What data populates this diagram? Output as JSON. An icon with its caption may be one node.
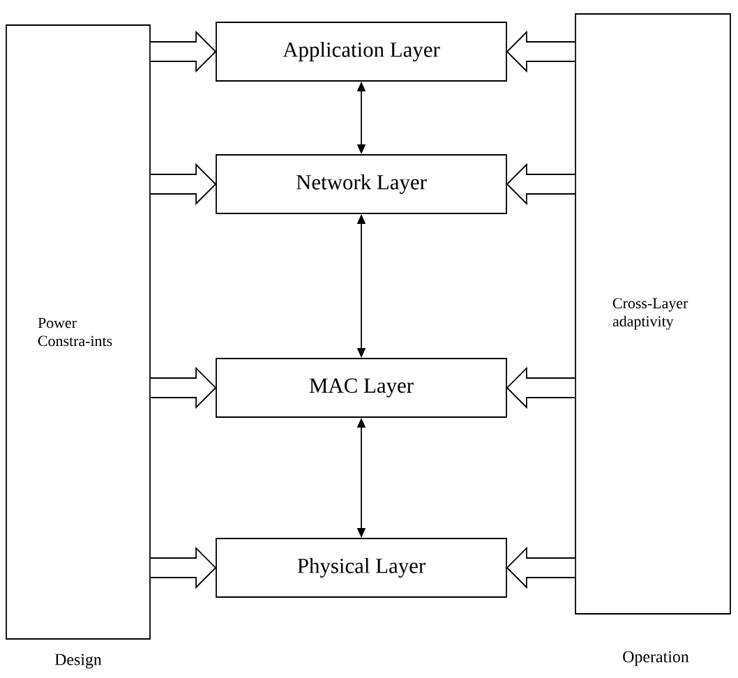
{
  "diagram": {
    "nodes": [
      {
        "text": [
          "Power Constra-ints"
        ],
        "beside": [
          "Design"
        ]
      },
      {
        "text": [
          "Cross-Layer adaptivity"
        ],
        "beside": [
          "Operation"
        ]
      },
      {
        "text": [
          "Application Layer"
        ]
      },
      {
        "text": [
          "Network Layer"
        ]
      },
      {
        "text": [
          "MAC Layer"
        ]
      },
      {
        "text": [
          "Physical Layer"
        ]
      }
    ],
    "edges": [
      {
        "from": 0,
        "to": 2,
        "arrow": "to"
      },
      {
        "from": 0,
        "to": 3,
        "arrow": "to"
      },
      {
        "from": 0,
        "to": 4,
        "arrow": "to"
      },
      {
        "from": 0,
        "to": 5,
        "arrow": "to"
      },
      {
        "from": 1,
        "to": 2,
        "arrow": "to"
      },
      {
        "from": 1,
        "to": 3,
        "arrow": "to"
      },
      {
        "from": 1,
        "to": 4,
        "arrow": "to"
      },
      {
        "from": 1,
        "to": 5,
        "arrow": "to"
      },
      {
        "from": 2,
        "to": 3,
        "arrow": "both"
      },
      {
        "from": 3,
        "to": 4,
        "arrow": "both"
      },
      {
        "from": 4,
        "to": 5,
        "arrow": "both"
      }
    ]
  }
}
